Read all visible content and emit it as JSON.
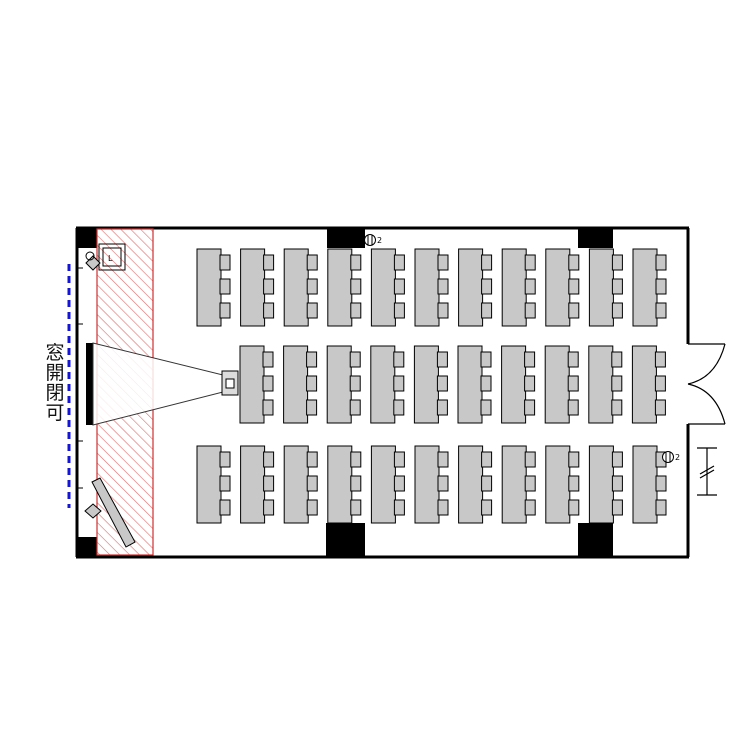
{
  "window_note": {
    "chars": [
      "窓",
      "開",
      "閉",
      "可"
    ]
  },
  "lectern": {
    "label": "L"
  },
  "outlets": [
    {
      "label": "2"
    },
    {
      "label": "2"
    }
  ],
  "desk_blocks": [
    {
      "columns": 11,
      "seats_per_desk": 3
    },
    {
      "columns": 10,
      "seats_per_desk": 3
    },
    {
      "columns": 11,
      "seats_per_desk": 3
    }
  ],
  "colors": {
    "wall": "#000000",
    "desk": "#c8c8c8",
    "stage_hatch": "#e05050",
    "window_dash": "#1515d8"
  }
}
